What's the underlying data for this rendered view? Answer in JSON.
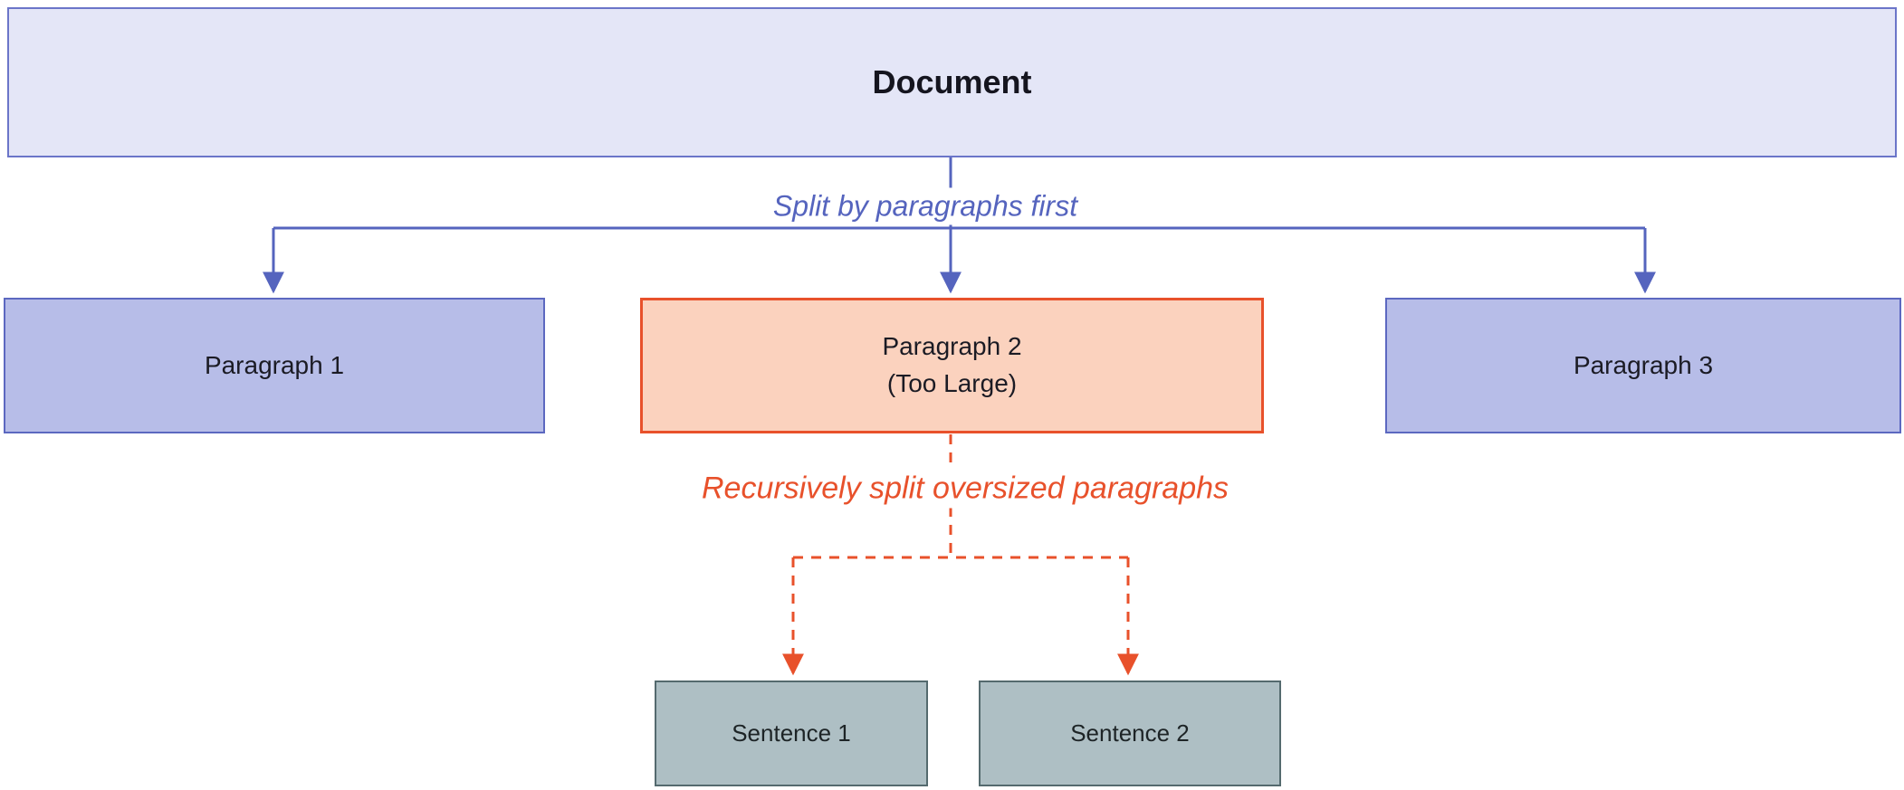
{
  "diagram": {
    "nodes": {
      "document": {
        "label": "Document"
      },
      "paragraph1": {
        "label": "Paragraph 1"
      },
      "paragraph2": {
        "label": "Paragraph 2",
        "sublabel": "(Too Large)"
      },
      "paragraph3": {
        "label": "Paragraph 3"
      },
      "sentence1": {
        "label": "Sentence 1"
      },
      "sentence2": {
        "label": "Sentence 2"
      }
    },
    "edge_labels": {
      "split_first": "Split by paragraphs first",
      "recursive_split": "Recursively split oversized paragraphs"
    },
    "colors": {
      "document_fill": "#E4E6F7",
      "document_border": "#6B75C9",
      "paragraph_fill": "#B7BDE8",
      "paragraph_border": "#5C68C0",
      "oversized_fill": "#FBD2BE",
      "oversized_border": "#E8512B",
      "sentence_fill": "#AEBFC4",
      "sentence_border": "#546A6E",
      "blue_edge": "#5564BE",
      "orange_edge": "#E8512B"
    }
  }
}
